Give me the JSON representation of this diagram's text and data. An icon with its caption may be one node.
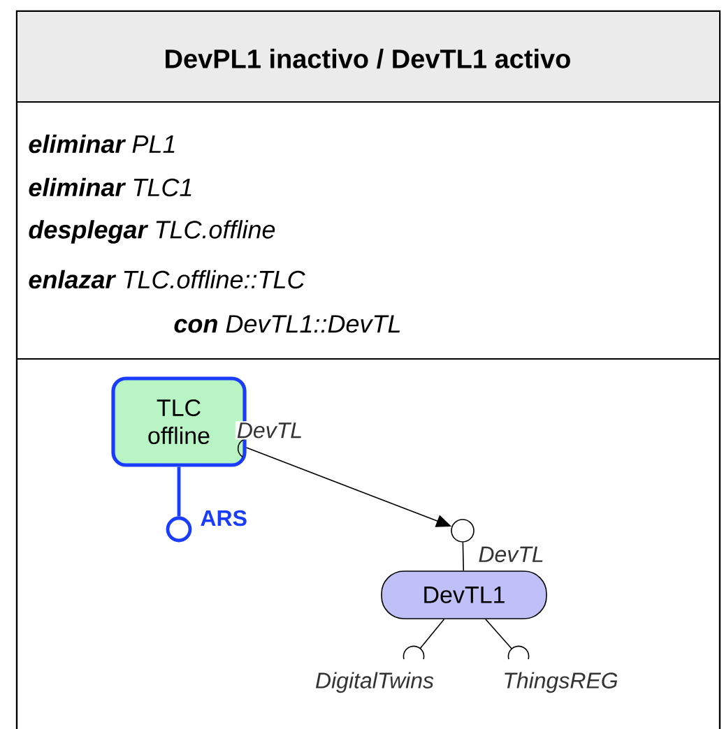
{
  "diagram": {
    "title": "DevPL1 inactivo / DevTL1 activo",
    "nodes": [
      {
        "text": [
          "TLC offline"
        ]
      },
      {
        "text": [],
        "shape": "circle",
        "beside": [
          "ARS"
        ]
      },
      {
        "text": [],
        "shape": "circle",
        "beside": [
          "DevTL"
        ]
      },
      {
        "text": [
          "DevTL1"
        ]
      },
      {
        "text": [],
        "shape": "arc",
        "beside": [
          "DigitalTwins"
        ]
      },
      {
        "text": [],
        "shape": "arc",
        "beside": [
          "ThingsREG"
        ]
      }
    ],
    "edges": [
      {
        "from": 0,
        "to": 1,
        "arrow": "none",
        "style": "thick",
        "color": "#1a3cff"
      },
      {
        "from": 0,
        "to": 2,
        "arrow": "to",
        "label": "DevTL"
      },
      {
        "from": 3,
        "to": 2,
        "arrow": "none"
      },
      {
        "from": 3,
        "to": 4,
        "arrow": "none"
      },
      {
        "from": 3,
        "to": 5,
        "arrow": "none"
      }
    ],
    "labels": [
      "**eliminar** PL1",
      "**eliminar** TLC1",
      "**desplegar** TLC.offline",
      "**enlazar** TLC.offline::TLC",
      "**con** DevTL1::DevTL"
    ]
  }
}
